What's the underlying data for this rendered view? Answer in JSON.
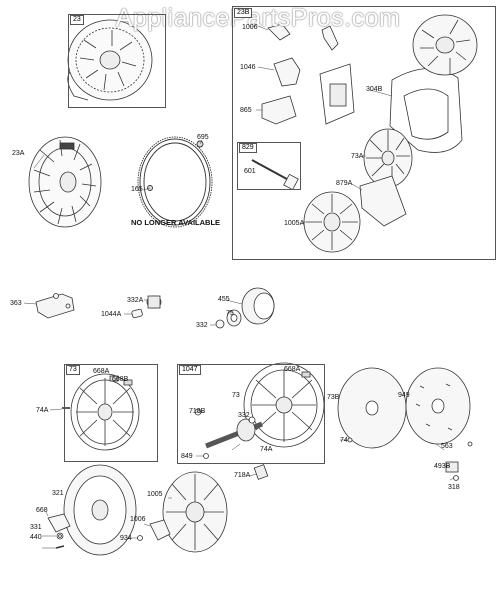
{
  "watermark": "AppliancePartsPros.com",
  "note": "NO LONGER AVAILABLE",
  "boxes": {
    "b23": "23",
    "b23b": "23B",
    "b829": "829",
    "b73": "73",
    "b1047": "1047"
  },
  "labels": {
    "l1006a": "1006",
    "l1046": "1046",
    "l865": "865",
    "l304b": "304B",
    "l601": "601",
    "l73a_top": "73A",
    "l879a": "879A",
    "l1005a": "1005A",
    "l23a": "23A",
    "l695": "695",
    "l165": "165",
    "l363": "363",
    "l332a": "332A",
    "l1044a": "1044A",
    "l455": "455",
    "l75": "75",
    "l332_mid": "332",
    "l668a_l": "668A",
    "l668b_l": "668B",
    "l74a_l": "74A",
    "l668a_r": "668A",
    "l73_r": "73",
    "l718b": "718B",
    "l332_r": "332",
    "l74a_r": "74A",
    "l849": "849",
    "l73b": "73B",
    "l949": "949",
    "l74": "74",
    "l563": "563",
    "l718a": "718A",
    "l493b": "493B",
    "l318": "318",
    "l321": "321",
    "l1005": "1005",
    "l668": "668",
    "l331": "331",
    "l440": "440",
    "l1006b": "1006",
    "l934": "934"
  },
  "colors": {
    "line": "#333333",
    "box": "#555555",
    "fill": "#f4f4f4"
  }
}
